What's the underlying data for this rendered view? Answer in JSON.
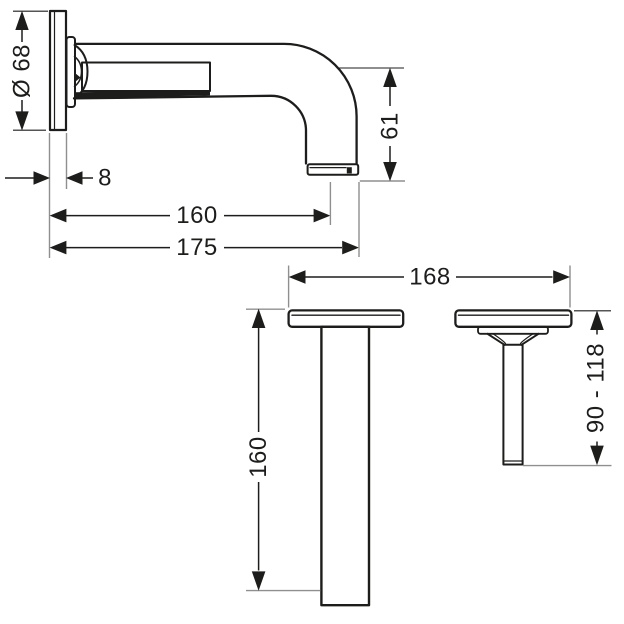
{
  "colors": {
    "line": "#1d1d1b",
    "reference": "#8f8f8f",
    "background": "#ffffff"
  },
  "dims": {
    "diameter": "Ø 68",
    "thickness": "8",
    "drop": "61",
    "reach": "160",
    "total_reach": "175",
    "span": "168",
    "stem_length": "160",
    "height_range": "90 - 118"
  }
}
